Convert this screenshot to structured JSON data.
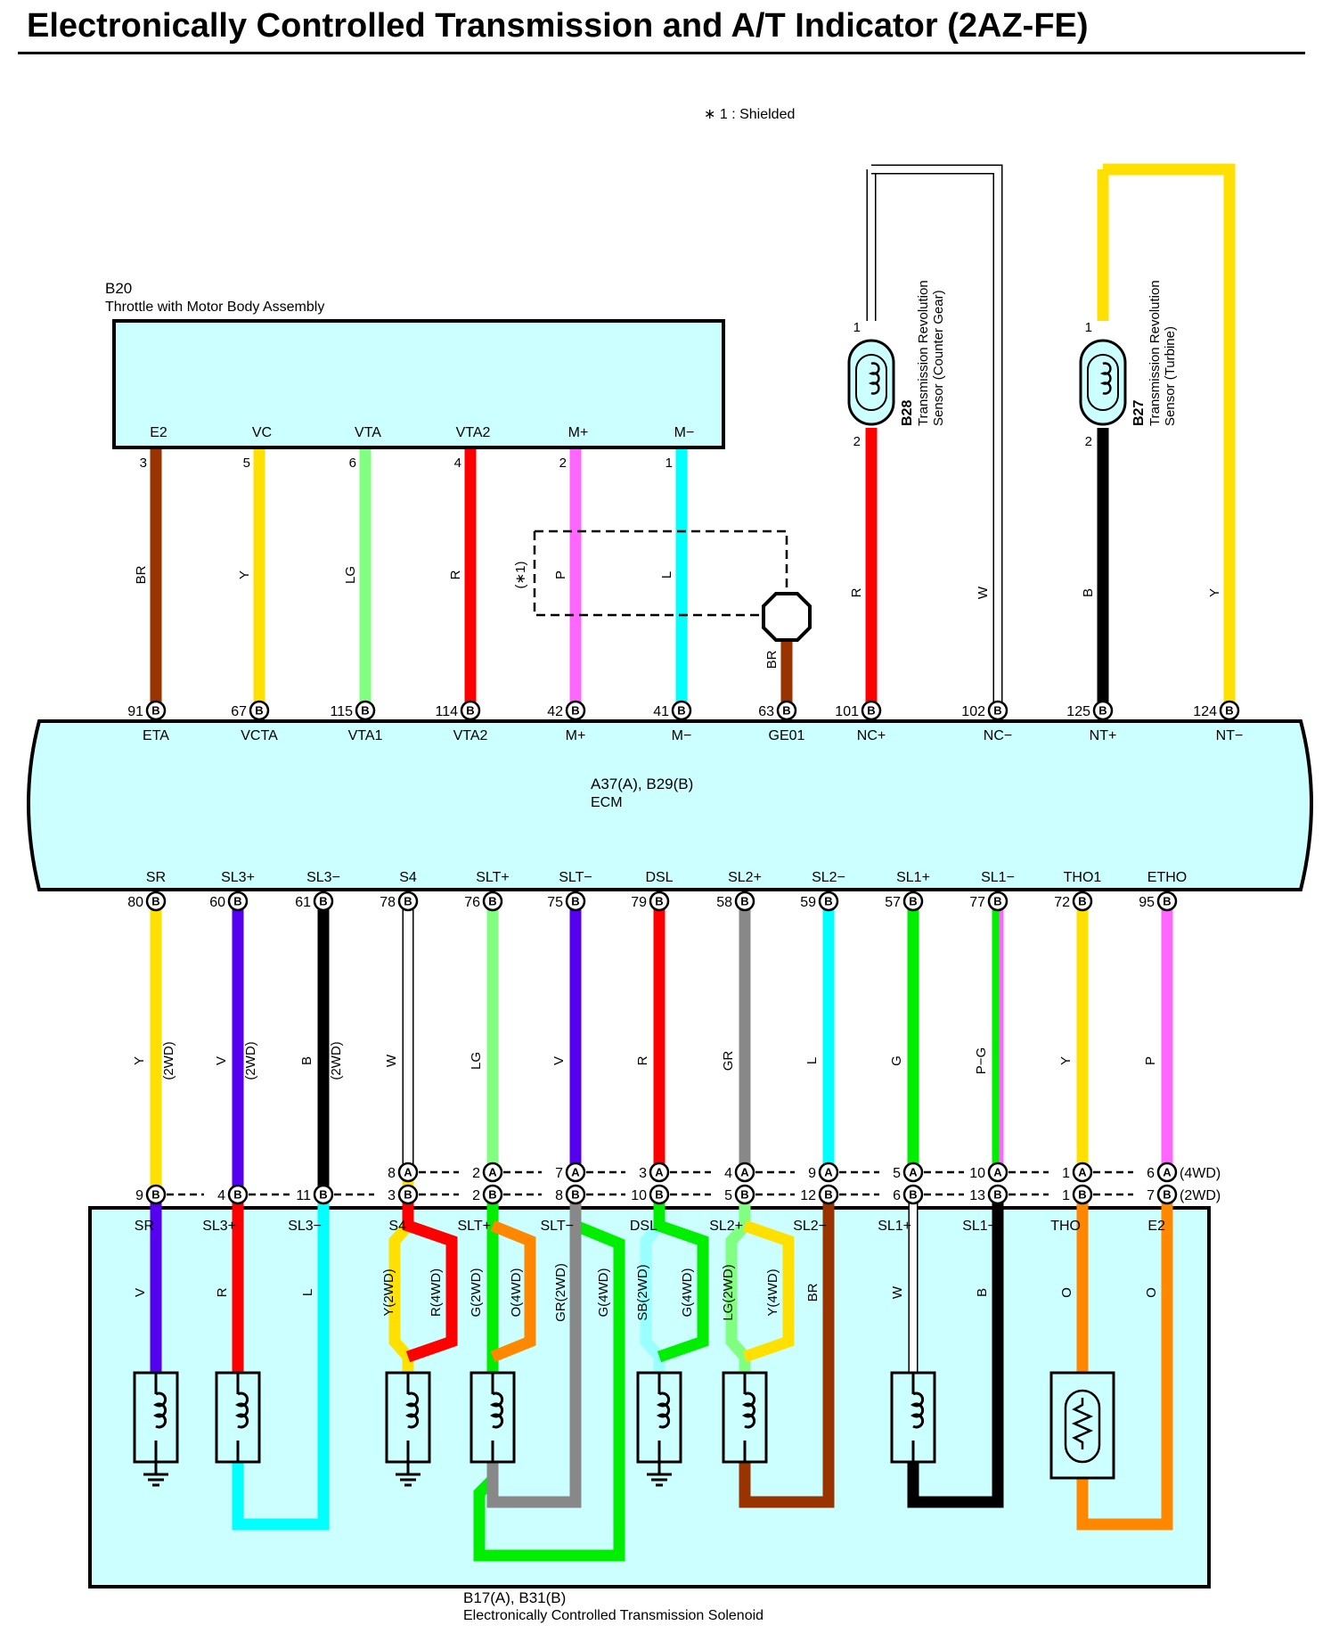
{
  "title": "Electronically Controlled Transmission and A/T Indicator (2AZ-FE)",
  "note": "∗ 1 : Shielded",
  "throttle": {
    "code": "B20",
    "name": "Throttle with Motor Body Assembly"
  },
  "ecm": {
    "code": "A37(A), B29(B)",
    "name": "ECM"
  },
  "solenoid": {
    "code": "B17(A), B31(B)",
    "name": "Electronically Controlled Transmission Solenoid"
  },
  "sensor_counter": {
    "code": "B28",
    "line1": "Transmission Revolution",
    "line2": "Sensor (Counter Gear)"
  },
  "sensor_turbine": {
    "code": "B27",
    "line1": "Transmission Revolution",
    "line2": "Sensor (Turbine)"
  },
  "shield_label": "(∗1)",
  "colors": {
    "BR": "#993300",
    "Y": "#ffe000",
    "LG": "#80ff80",
    "R": "#ff0000",
    "P": "#ff66ff",
    "L": "#00ffff",
    "B": "#000000",
    "W": "#ffffff",
    "V": "#5500ee",
    "GR": "#888888",
    "G": "#00ee00",
    "O": "#ff8800",
    "SB": "#99ffff",
    "box": "#ccffff"
  },
  "top_wires": [
    {
      "pin": "3",
      "label": "E2",
      "color": "BR",
      "ecm_pin": "91",
      "ecm_label": "ETA",
      "conn": "B"
    },
    {
      "pin": "5",
      "label": "VC",
      "color": "Y",
      "ecm_pin": "67",
      "ecm_label": "VCTA",
      "conn": "B"
    },
    {
      "pin": "6",
      "label": "VTA",
      "color": "LG",
      "ecm_pin": "115",
      "ecm_label": "VTA1",
      "conn": "B"
    },
    {
      "pin": "4",
      "label": "VTA2",
      "color": "R",
      "ecm_pin": "114",
      "ecm_label": "VTA2",
      "conn": "B"
    },
    {
      "pin": "2",
      "label": "M+",
      "color": "P",
      "ecm_pin": "42",
      "ecm_label": "M+",
      "conn": "B"
    },
    {
      "pin": "1",
      "label": "M−",
      "color": "L",
      "ecm_pin": "41",
      "ecm_label": "M−",
      "conn": "B"
    },
    {
      "pin": "",
      "label": "",
      "color": "BR",
      "ecm_pin": "63",
      "ecm_label": "GE01",
      "conn": "B"
    },
    {
      "pin": "2",
      "label": "",
      "color": "R",
      "ecm_pin": "101",
      "ecm_label": "NC+",
      "conn": "B"
    },
    {
      "pin": "",
      "label": "",
      "color": "W",
      "ecm_pin": "102",
      "ecm_label": "NC−",
      "conn": "B"
    },
    {
      "pin": "2",
      "label": "",
      "color": "B",
      "ecm_pin": "125",
      "ecm_label": "NT+",
      "conn": "B"
    },
    {
      "pin": "",
      "label": "",
      "color": "Y",
      "ecm_pin": "124",
      "ecm_label": "NT−",
      "conn": "B"
    }
  ],
  "sensor_pins": {
    "top": "1",
    "bottom": "2"
  },
  "bottom_wires": [
    {
      "label": "SR",
      "ecm_pin": "80",
      "color": "Y",
      "note": "(2WD)",
      "a_pin": "",
      "b_pin": "9",
      "sol": "SR"
    },
    {
      "label": "SL3+",
      "ecm_pin": "60",
      "color": "V",
      "note": "(2WD)",
      "a_pin": "",
      "b_pin": "4",
      "sol": "SL3+"
    },
    {
      "label": "SL3−",
      "ecm_pin": "61",
      "color": "B",
      "note": "(2WD)",
      "a_pin": "",
      "b_pin": "11",
      "sol": "SL3−"
    },
    {
      "label": "S4",
      "ecm_pin": "78",
      "color": "W",
      "note": "",
      "a_pin": "8",
      "b_pin": "3",
      "sol": "S4"
    },
    {
      "label": "SLT+",
      "ecm_pin": "76",
      "color": "LG",
      "note": "",
      "a_pin": "2",
      "b_pin": "2",
      "sol": "SLT+"
    },
    {
      "label": "SLT−",
      "ecm_pin": "75",
      "color": "V",
      "note": "",
      "a_pin": "7",
      "b_pin": "8",
      "sol": "SLT−"
    },
    {
      "label": "DSL",
      "ecm_pin": "79",
      "color": "R",
      "note": "",
      "a_pin": "3",
      "b_pin": "10",
      "sol": "DSL"
    },
    {
      "label": "SL2+",
      "ecm_pin": "58",
      "color": "GR",
      "note": "",
      "a_pin": "4",
      "b_pin": "5",
      "sol": "SL2+"
    },
    {
      "label": "SL2−",
      "ecm_pin": "59",
      "color": "L",
      "note": "",
      "a_pin": "9",
      "b_pin": "12",
      "sol": "SL2−"
    },
    {
      "label": "SL1+",
      "ecm_pin": "57",
      "color": "G",
      "note": "",
      "a_pin": "5",
      "b_pin": "6",
      "sol": "SL1+"
    },
    {
      "label": "SL1−",
      "ecm_pin": "77",
      "color": "P-G",
      "note": "",
      "a_pin": "10",
      "b_pin": "13",
      "sol": "SL1−"
    },
    {
      "label": "THO1",
      "ecm_pin": "72",
      "color": "Y",
      "note": "",
      "a_pin": "1",
      "b_pin": "1",
      "sol": "THO"
    },
    {
      "label": "ETHO",
      "ecm_pin": "95",
      "color": "P",
      "note": "",
      "a_pin": "6",
      "b_pin": "7",
      "sol": "E2"
    }
  ],
  "variant_a": "(4WD)",
  "variant_b": "(2WD)",
  "solenoid_wire_labels": {
    "sr": "V",
    "sl3p": "R",
    "sl3m": "L",
    "s4_2wd": "Y(2WD)",
    "s4_4wd": "R(4WD)",
    "sltp_2wd": "G(2WD)",
    "sltp_4wd": "O(4WD)",
    "sltm_2wd": "GR(2WD)",
    "sltm_4wd": "G(4WD)",
    "dsl_2wd": "SB(2WD)",
    "dsl_4wd": "G(4WD)",
    "sl2p_2wd": "LG(2WD)",
    "sl2p_4wd": "Y(4WD)",
    "sl2m": "BR",
    "sl1p": "W",
    "sl1m": "B",
    "tho": "O",
    "e2": "O"
  }
}
